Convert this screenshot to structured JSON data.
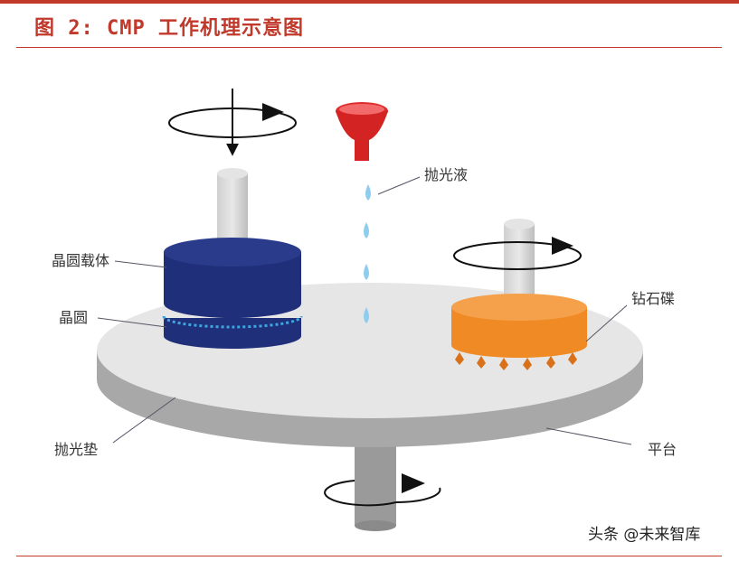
{
  "figure": {
    "title": "图 2: CMP 工作机理示意图"
  },
  "labels": {
    "slurry": "抛光液",
    "wafer_carrier": "晶圆载体",
    "wafer": "晶圆",
    "diamond_disk": "钻石碟",
    "polishing_pad": "抛光垫",
    "platen": "平台"
  },
  "watermark": "头条 @未来智库",
  "colors": {
    "accent": "#c0392b",
    "carrier": "#1f2f7a",
    "slurry_nozzle": "#e02b2b",
    "slurry_drop": "#8fcdf0",
    "diamond_disk": "#f08a24",
    "platen_top": "#e6e6e6",
    "platen_side": "#a8a8a8"
  }
}
